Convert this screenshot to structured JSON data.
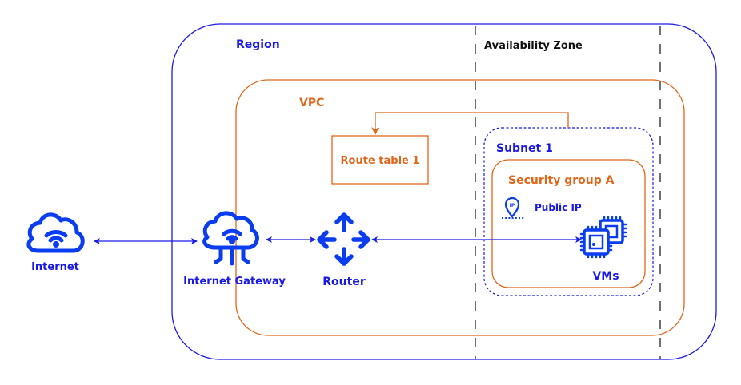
{
  "colors": {
    "blue": "#1a1ae6",
    "icon_blue": "#0a3cf0",
    "orange": "#e0661a",
    "black": "#111111"
  },
  "containers": {
    "region": {
      "label": "Region"
    },
    "availability_zone": {
      "label": "Availability Zone"
    },
    "vpc": {
      "label": "VPC"
    },
    "subnet": {
      "label": "Subnet 1"
    },
    "security_group": {
      "label": "Security group A"
    }
  },
  "nodes": {
    "internet": {
      "label": "Internet",
      "icon": "cloud-wifi-icon"
    },
    "internet_gateway": {
      "label": "Internet Gateway",
      "icon": "cloud-gateway-icon"
    },
    "router": {
      "label": "Router",
      "icon": "router-arrows-icon"
    },
    "route_table": {
      "label": "Route table 1"
    },
    "public_ip": {
      "label": "Public IP",
      "icon": "ip-pin-icon",
      "badge": "IP"
    },
    "vms": {
      "label": "VMs",
      "icon": "cpu-chips-icon"
    }
  },
  "edges": [
    {
      "from": "internet",
      "to": "internet_gateway",
      "style": "bidirectional"
    },
    {
      "from": "internet_gateway",
      "to": "router",
      "style": "bidirectional"
    },
    {
      "from": "router",
      "to": "vms",
      "style": "bidirectional"
    },
    {
      "from": "subnet",
      "to": "route_table",
      "style": "directed"
    }
  ]
}
